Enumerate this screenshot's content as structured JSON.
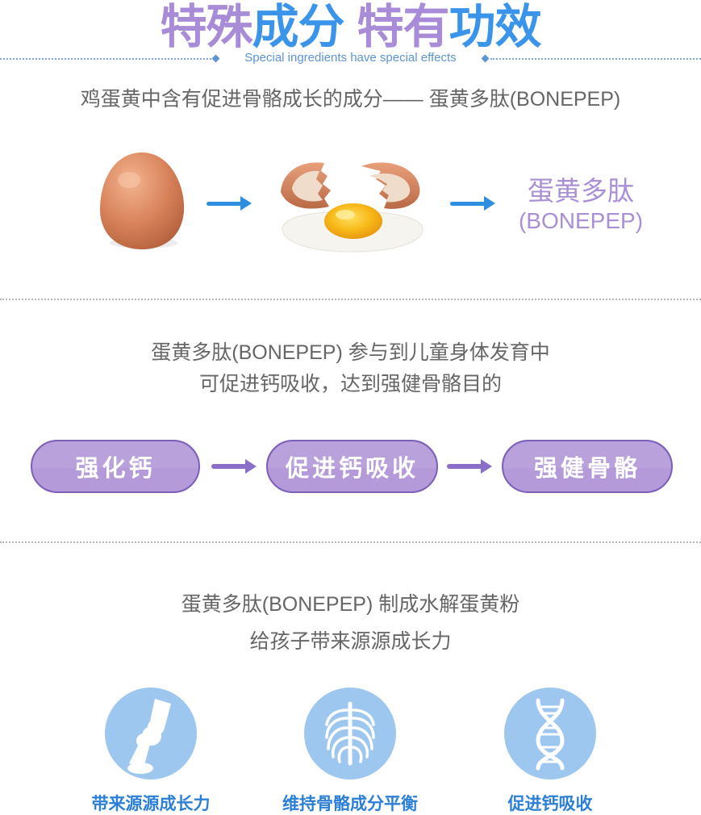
{
  "header": {
    "title_parts": [
      "特殊",
      "成分",
      "特有",
      "功效"
    ],
    "subtitle": "Special ingredients have special effects",
    "colors": {
      "purple": "#a88cd8",
      "blue": "#3a95ea"
    }
  },
  "intro": {
    "text": "鸡蛋黄中含有促进骨骼成长的成分—— 蛋黄多肽(BONEPEP)"
  },
  "process": {
    "steps": [
      {
        "name": "egg-image",
        "alt": "whole egg"
      },
      {
        "name": "cracked-egg-image",
        "alt": "cracked egg with yolk"
      }
    ],
    "result_line1": "蛋黄多肽",
    "result_line2": "(BONEPEP)"
  },
  "section2": {
    "line1": "蛋黄多肽(BONEPEP) 参与到儿童身体发育中",
    "line2": "可促进钙吸收，达到强健骨骼目的",
    "pills": [
      "强化钙",
      "促进钙吸收",
      "强健骨骼"
    ]
  },
  "section3": {
    "line1": "蛋黄多肽(BONEPEP) 制成水解蛋黄粉",
    "line2": "给孩子带来源源成长力",
    "benefits": [
      {
        "icon": "joint-bone-icon",
        "label": "带来源源成长力"
      },
      {
        "icon": "ribcage-icon",
        "label": "维持骨骼成分平衡"
      },
      {
        "icon": "dna-icon",
        "label": "促进钙吸收"
      }
    ]
  }
}
